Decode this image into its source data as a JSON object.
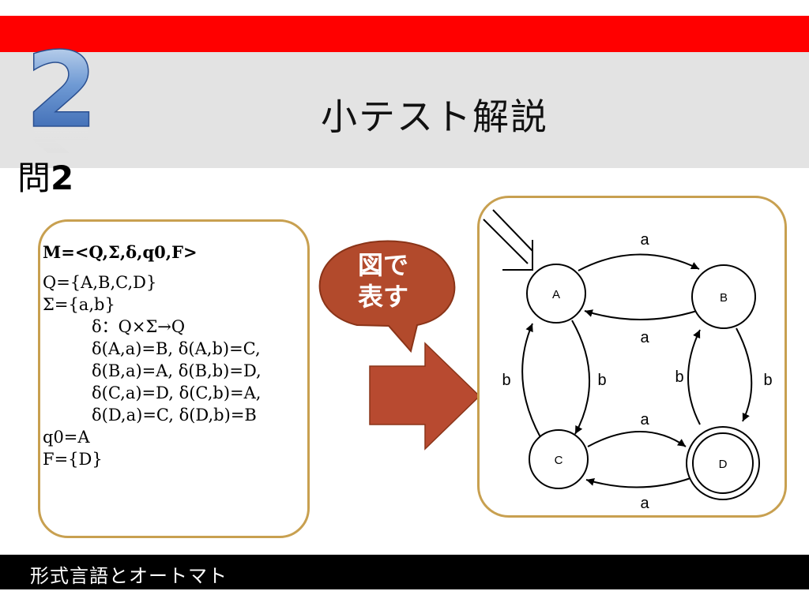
{
  "slide": {
    "number": "2",
    "title": "小テスト解説",
    "problem_label": "問",
    "problem_number": "2",
    "footer": "形式言語とオートマト"
  },
  "definition": {
    "header": "M=<Q,Σ,δ,q0,F>",
    "lines": [
      "Q={A,B,C,D}",
      "Σ={a,b}",
      "δ：Q×Σ→Q",
      "δ(A,a)=B, δ(A,b)=C,",
      "δ(B,a)=A, δ(B,b)=D,",
      "δ(C,a)=D, δ(C,b)=A,",
      "δ(D,a)=C, δ(D,b)=B",
      "q0=A",
      "F={D}"
    ]
  },
  "callout": {
    "line1": "図で",
    "line2": "表す"
  },
  "diagram": {
    "states": [
      {
        "id": "A",
        "label": "A",
        "start": true,
        "accept": false
      },
      {
        "id": "B",
        "label": "B",
        "start": false,
        "accept": false
      },
      {
        "id": "C",
        "label": "C",
        "start": false,
        "accept": false
      },
      {
        "id": "D",
        "label": "D",
        "start": false,
        "accept": true
      }
    ],
    "transitions": [
      {
        "from": "A",
        "to": "B",
        "label": "a"
      },
      {
        "from": "B",
        "to": "A",
        "label": "a"
      },
      {
        "from": "A",
        "to": "C",
        "label": "b"
      },
      {
        "from": "C",
        "to": "A",
        "label": "b"
      },
      {
        "from": "B",
        "to": "D",
        "label": "b"
      },
      {
        "from": "D",
        "to": "B",
        "label": "b"
      },
      {
        "from": "C",
        "to": "D",
        "label": "a"
      },
      {
        "from": "D",
        "to": "C",
        "label": "a"
      }
    ]
  },
  "colors": {
    "top_bar": "#ff0000",
    "box_border": "#c8a050",
    "callout_fill": "#b24a2c",
    "arrow_fill": "#b84a30"
  }
}
